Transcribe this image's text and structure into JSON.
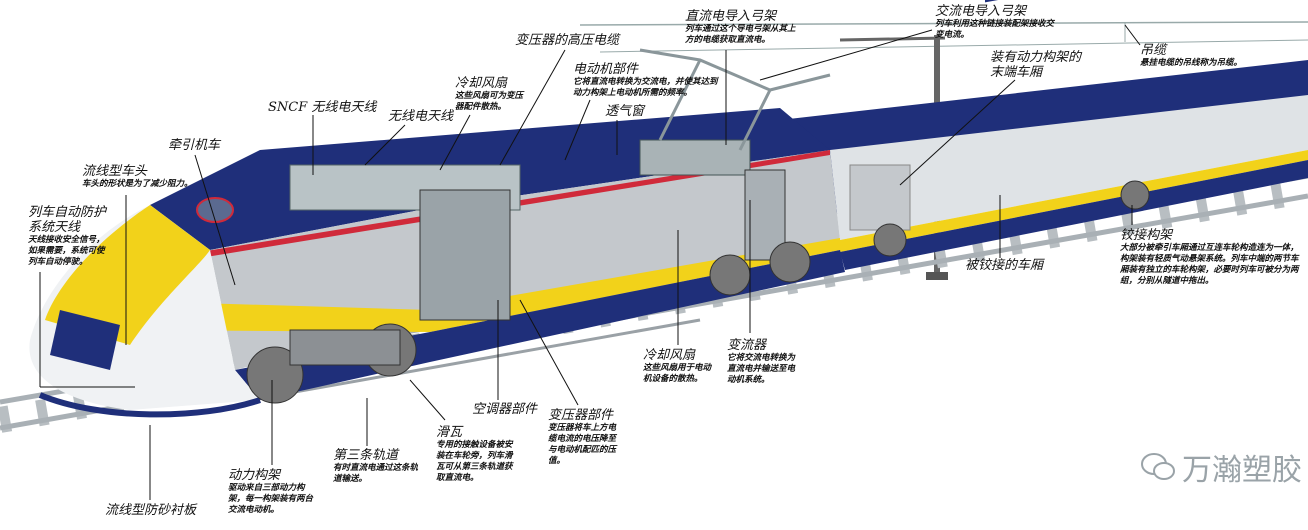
{
  "labels": {
    "dc_pantograph": {
      "title": "直流电导入弓架",
      "desc": "列车通过这个导电弓架从其上方的电缆获取直流电。"
    },
    "ac_pantograph": {
      "title": "交流电导入弓架",
      "desc": "列车利用这种链接装配架接收交变电流。"
    },
    "catenary": {
      "title": "吊缆",
      "desc": "悬挂电缆的吊线称为吊缆。"
    },
    "hv_cable": {
      "title": "变压器的高压电缆"
    },
    "motor_unit": {
      "title": "电动机部件",
      "desc": "它将直流电转换为交流电，并使其达到动力构架上电动机所需的频率。"
    },
    "cooling_fan_top": {
      "title": "冷却风扇",
      "desc": "这些风扇可为变压器配件散热。"
    },
    "end_car": {
      "title": "装有动力构架的末端车厢"
    },
    "vent": {
      "title": "透气窗"
    },
    "sncf_antenna": {
      "title": "SNCF 无线电天线"
    },
    "radio_antenna": {
      "title": "无线电天线"
    },
    "power_car": {
      "title": "牵引机车"
    },
    "nose": {
      "title": "流线型车头",
      "desc": "车头的形状是为了减少阻力。"
    },
    "atp_antenna": {
      "title": "列车自动防护系统天线",
      "desc": "天线接收安全信号，如果需要，系统可使列车自动停驶。"
    },
    "articulated_car": {
      "title": "被铰接的车厢"
    },
    "articulated_bogie": {
      "title": "铰接构架",
      "desc": "大部分被牵引车厢通过互连车轮构造连为一体，构架装有轻质气动悬架系统。列车中端的两节车厢装有独立的车轮构架，必要时列车可被分为两组，分别从隧道中拖出。"
    },
    "cooling_fan_bottom": {
      "title": "冷却风扇",
      "desc": "这些风扇用于电动机设备的散热。"
    },
    "converter": {
      "title": "变流器",
      "desc": "它将交流电转换为直流电并输送至电动机系统。"
    },
    "ac_unit": {
      "title": "空调器部件"
    },
    "transformer": {
      "title": "变压器部件",
      "desc": "变压器将车上方电缆电流的电压降至与电动机配匹的压值。"
    },
    "shoe": {
      "title": "滑瓦",
      "desc": "专用的接触设备被安装在车轮旁，列车滑瓦可从第三条轨道获取直流电。"
    },
    "third_rail": {
      "title": "第三条轨道",
      "desc": "有时直流电通过这条轨道输送。"
    },
    "power_bogie": {
      "title": "动力构架",
      "desc": "驱动来自三部动力构架，每一构架装有两台交流电动机。"
    },
    "skirt": {
      "title": "流线型防砂衬板"
    }
  },
  "watermark": {
    "text": "万瀚塑胶",
    "icon": "wechat-icon"
  },
  "colors": {
    "navy": "#1f2f7a",
    "yellow": "#f2d21a",
    "silver": "#c4c8cc",
    "red": "#d02a3a"
  }
}
